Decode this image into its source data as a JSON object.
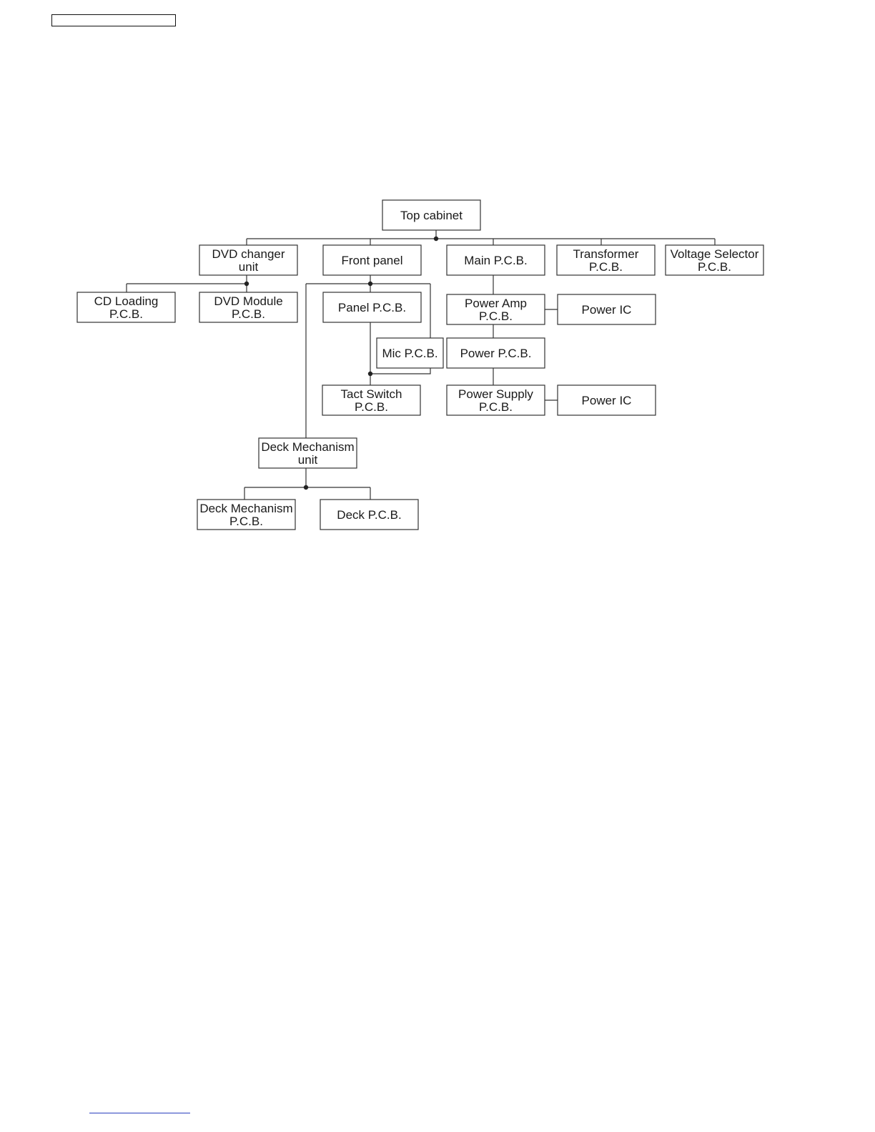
{
  "diagram": {
    "nodes": [
      {
        "id": "top-cabinet",
        "lines": [
          "Top cabinet"
        ]
      },
      {
        "id": "dvd-changer-unit",
        "lines": [
          "DVD changer",
          "unit"
        ]
      },
      {
        "id": "front-panel",
        "lines": [
          "Front panel"
        ]
      },
      {
        "id": "main-pcb",
        "lines": [
          "Main P.C.B."
        ]
      },
      {
        "id": "transformer-pcb",
        "lines": [
          "Transformer",
          "P.C.B."
        ]
      },
      {
        "id": "voltage-selector-pcb",
        "lines": [
          "Voltage Selector",
          "P.C.B."
        ]
      },
      {
        "id": "cd-loading-pcb",
        "lines": [
          "CD Loading",
          "P.C.B."
        ]
      },
      {
        "id": "dvd-module-pcb",
        "lines": [
          "DVD Module",
          "P.C.B."
        ]
      },
      {
        "id": "panel-pcb",
        "lines": [
          "Panel P.C.B."
        ]
      },
      {
        "id": "mic-pcb",
        "lines": [
          "Mic P.C.B."
        ]
      },
      {
        "id": "tact-switch-pcb",
        "lines": [
          "Tact Switch",
          "P.C.B."
        ]
      },
      {
        "id": "power-amp-pcb",
        "lines": [
          "Power Amp",
          "P.C.B."
        ]
      },
      {
        "id": "power-ic-1",
        "lines": [
          "Power IC"
        ]
      },
      {
        "id": "power-pcb",
        "lines": [
          "Power P.C.B."
        ]
      },
      {
        "id": "power-supply-pcb",
        "lines": [
          "Power Supply",
          "P.C.B."
        ]
      },
      {
        "id": "power-ic-2",
        "lines": [
          "Power IC"
        ]
      },
      {
        "id": "deck-mechanism-unit",
        "lines": [
          "Deck Mechanism",
          "unit"
        ]
      },
      {
        "id": "deck-mechanism-pcb",
        "lines": [
          "Deck Mechanism",
          "P.C.B."
        ]
      },
      {
        "id": "deck-pcb",
        "lines": [
          "Deck P.C.B."
        ]
      }
    ],
    "edges": [
      {
        "from": "top-cabinet",
        "to": "dvd-changer-unit"
      },
      {
        "from": "top-cabinet",
        "to": "front-panel"
      },
      {
        "from": "top-cabinet",
        "to": "main-pcb"
      },
      {
        "from": "top-cabinet",
        "to": "transformer-pcb"
      },
      {
        "from": "top-cabinet",
        "to": "voltage-selector-pcb"
      },
      {
        "from": "dvd-changer-unit",
        "to": "cd-loading-pcb"
      },
      {
        "from": "dvd-changer-unit",
        "to": "dvd-module-pcb"
      },
      {
        "from": "front-panel",
        "to": "panel-pcb"
      },
      {
        "from": "front-panel",
        "to": "deck-mechanism-unit"
      },
      {
        "from": "panel-pcb",
        "to": "tact-switch-pcb"
      },
      {
        "from": "panel-pcb",
        "to": "mic-pcb"
      },
      {
        "from": "main-pcb",
        "to": "power-amp-pcb"
      },
      {
        "from": "power-amp-pcb",
        "to": "power-ic-1"
      },
      {
        "from": "power-amp-pcb",
        "to": "power-pcb"
      },
      {
        "from": "power-pcb",
        "to": "power-supply-pcb"
      },
      {
        "from": "power-supply-pcb",
        "to": "power-ic-2"
      },
      {
        "from": "deck-mechanism-unit",
        "to": "deck-mechanism-pcb"
      },
      {
        "from": "deck-mechanism-unit",
        "to": "deck-pcb"
      }
    ]
  }
}
